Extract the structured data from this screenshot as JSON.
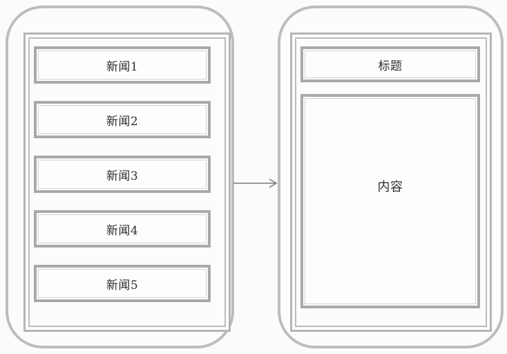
{
  "news_list": {
    "items": [
      {
        "label": "新闻1"
      },
      {
        "label": "新闻2"
      },
      {
        "label": "新闻3"
      },
      {
        "label": "新闻4"
      },
      {
        "label": "新闻5"
      }
    ]
  },
  "detail": {
    "title_label": "标题",
    "content_label": "内容"
  },
  "icons": {
    "arrow": "arrow-right-icon"
  },
  "colors": {
    "frame": "#bdbdbd",
    "box_border": "#a9a9a9",
    "arrow": "#7a7a7a"
  }
}
